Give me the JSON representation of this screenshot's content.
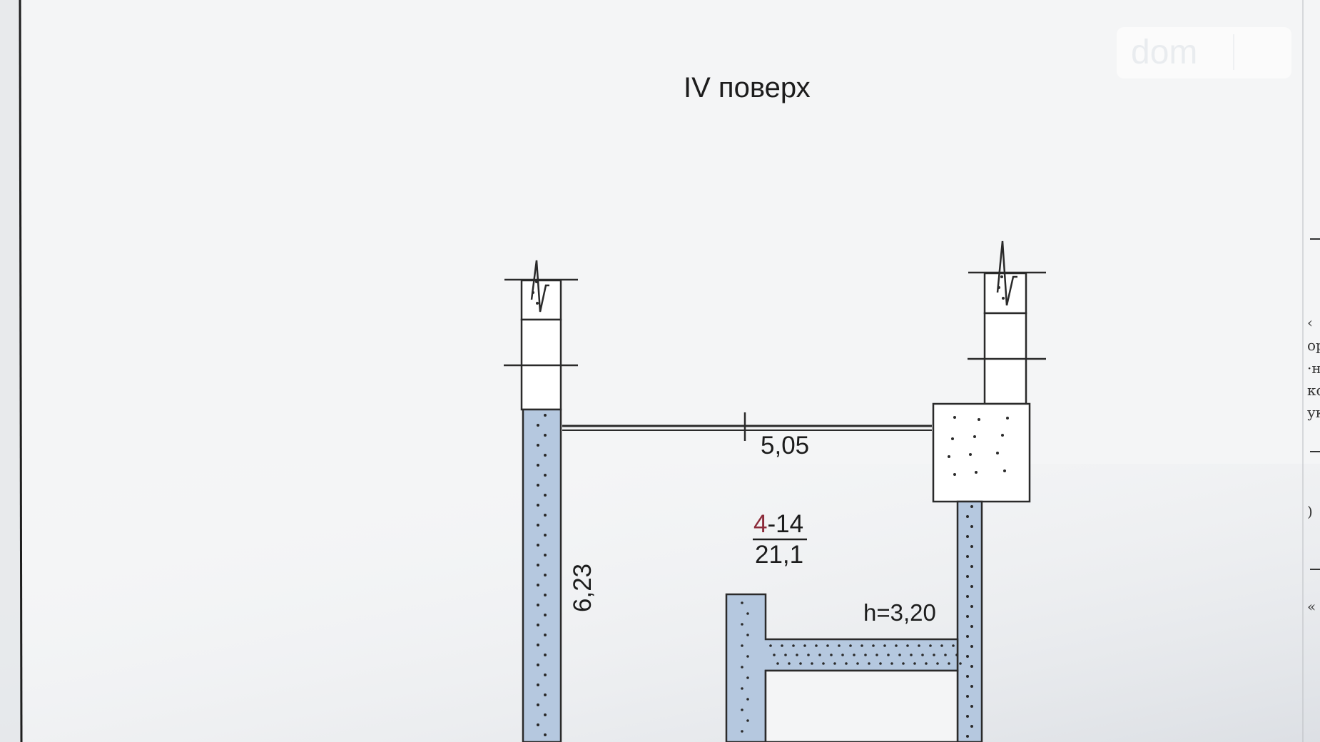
{
  "plan": {
    "title": "IV поверх",
    "top_cut_text": "",
    "room": {
      "floor_number": "4",
      "room_suffix": "-14",
      "area": "21,1",
      "ceiling_height": "h=3,20"
    },
    "dimensions": {
      "width": "5,05",
      "length": "6,23"
    }
  },
  "watermark": {
    "text": "dom"
  },
  "right_edge_fragments": [
    "‹",
    "ор",
    "·н",
    "кс",
    "ук",
    ")",
    "«"
  ],
  "colors": {
    "wall_fill": "#b5c8df",
    "wall_stroke": "#2a2a2a",
    "room_number_accent": "#8c2b3a",
    "paper": "#f4f5f6"
  }
}
